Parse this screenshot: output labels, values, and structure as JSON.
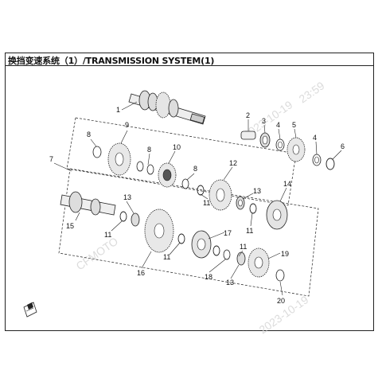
{
  "title": "换挡变速系统（1）/TRANSMISSION SYSTEM(1)",
  "watermark": {
    "brand": "CFMOTO",
    "date": "2023-10-19",
    "time": "23:59"
  },
  "callouts": [
    "1",
    "2",
    "3",
    "4",
    "5",
    "4",
    "6",
    "7",
    "8",
    "9",
    "8",
    "10",
    "8",
    "11",
    "12",
    "13",
    "14",
    "11",
    "13",
    "15",
    "11",
    "16",
    "11",
    "17",
    "11",
    "18",
    "13",
    "19",
    "20"
  ],
  "colors": {
    "line": "#222222",
    "gear_fill": "#e8e8e8",
    "dark": "#555555"
  }
}
